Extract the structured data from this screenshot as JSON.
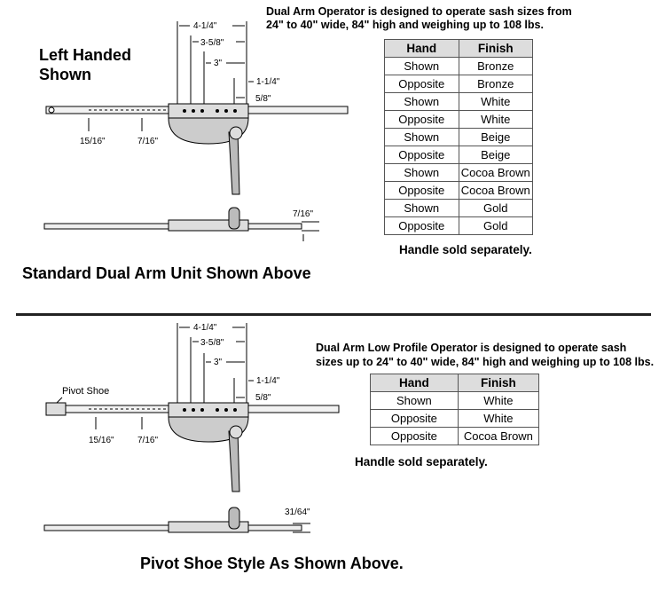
{
  "top": {
    "note_line1": "Dual Arm Operator is designed to operate sash sizes from",
    "note_line2": "24\" to 40\" wide, 84\" high and weighing up to 108 lbs.",
    "left_handed_line1": "Left Handed",
    "left_handed_line2": "Shown",
    "table": {
      "headers": [
        "Hand",
        "Finish"
      ],
      "rows": [
        [
          "Shown",
          "Bronze"
        ],
        [
          "Opposite",
          "Bronze"
        ],
        [
          "Shown",
          "White"
        ],
        [
          "Opposite",
          "White"
        ],
        [
          "Shown",
          "Beige"
        ],
        [
          "Opposite",
          "Beige"
        ],
        [
          "Shown",
          "Cocoa Brown"
        ],
        [
          "Opposite",
          "Cocoa Brown"
        ],
        [
          "Shown",
          "Gold"
        ],
        [
          "Opposite",
          "Gold"
        ]
      ]
    },
    "handle_note": "Handle sold separately.",
    "caption": "Standard Dual Arm Unit Shown Above",
    "dims": {
      "d1": "4-1/4\"",
      "d2": "3-5/8\"",
      "d3": "3\"",
      "d4": "1-1/4\"",
      "d5": "5/8\"",
      "d6": "15/16\"",
      "d7": "7/16\"",
      "d8": "7/16\""
    }
  },
  "bottom": {
    "note_line1": "Dual Arm Low Profile Operator is designed to operate sash",
    "note_line2": "sizes up to 24\" to 40\" wide, 84\" high and weighing up to 108 lbs.",
    "pivot_label": "Pivot Shoe",
    "table": {
      "headers": [
        "Hand",
        "Finish"
      ],
      "rows": [
        [
          "Shown",
          "White"
        ],
        [
          "Opposite",
          "White"
        ],
        [
          "Opposite",
          "Cocoa Brown"
        ]
      ]
    },
    "handle_note": "Handle sold separately.",
    "caption": "Pivot Shoe Style As Shown Above.",
    "dims": {
      "d1": "4-1/4\"",
      "d2": "3-5/8\"",
      "d3": "3\"",
      "d4": "1-1/4\"",
      "d5": "5/8\"",
      "d6": "15/16\"",
      "d7": "7/16\"",
      "d8": "31/64\""
    }
  }
}
